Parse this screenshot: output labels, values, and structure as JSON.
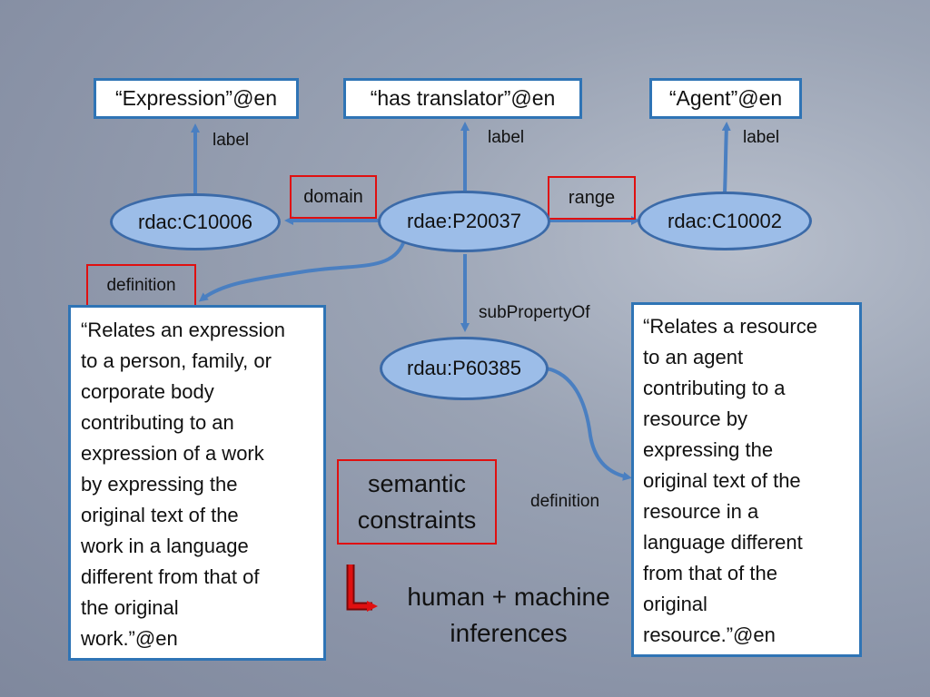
{
  "label_boxes": {
    "expression": "“Expression”@en",
    "has_translator": "“has translator”@en",
    "agent": "“Agent”@en"
  },
  "nodes": {
    "c10006": "rdac:C10006",
    "p20037": "rdae:P20037",
    "c10002": "rdac:C10002",
    "p60385": "rdau:P60385"
  },
  "edge_labels": {
    "label_left": "label",
    "label_center": "label",
    "label_right": "label",
    "domain": "domain",
    "range": "range",
    "definition_left": "definition",
    "subpropertyof": "subPropertyOf",
    "definition_right": "definition"
  },
  "definitions": {
    "left": [
      "“Relates an expression",
      "to a person, family, or",
      "corporate body",
      "contributing to an",
      "expression of a work",
      "by expressing the",
      "original text of the",
      "work in a language",
      "different from that of",
      "the original",
      "work.”@en"
    ],
    "right": [
      "“Relates a resource",
      "to an agent",
      "contributing to a",
      "resource by",
      "expressing the",
      "original text of the",
      "resource in a",
      "language different",
      "from that of the",
      "original",
      "resource.”@en"
    ]
  },
  "semantic_constraints": [
    "semantic",
    "constraints"
  ],
  "inferences": [
    "human + machine",
    "inferences"
  ],
  "colors": {
    "arrow": "#4a7fc1",
    "node_fill": "#9cbde8",
    "box_border": "#2f74b5",
    "highlight": "#e01010"
  }
}
